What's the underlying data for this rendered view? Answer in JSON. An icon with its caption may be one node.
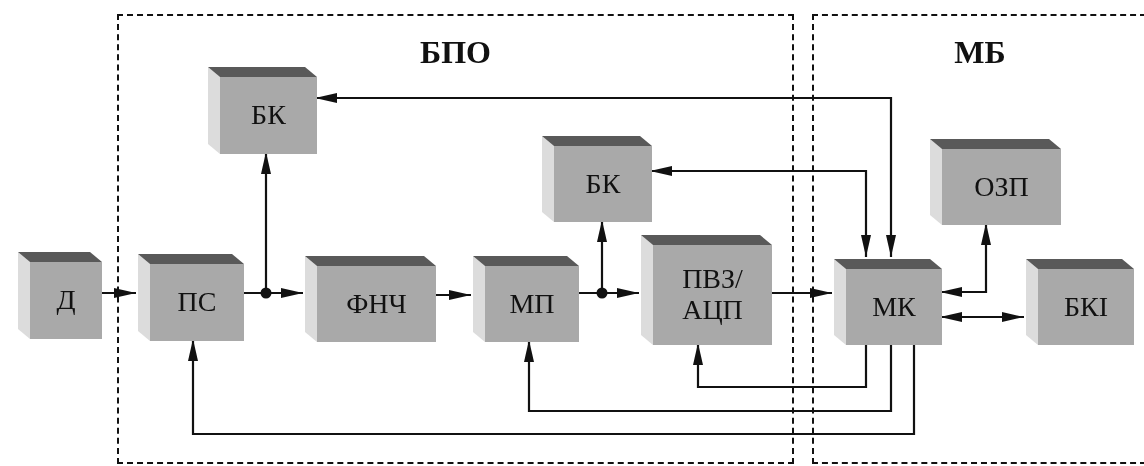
{
  "diagram": {
    "nodes": [
      {
        "text": [
          "БПО"
        ]
      },
      {
        "text": [
          "МБ"
        ]
      },
      {
        "text": [
          "БК"
        ],
        "in": 0
      },
      {
        "text": [
          "БК"
        ],
        "in": 0
      },
      {
        "text": [
          "ОЗП"
        ],
        "in": 1
      },
      {
        "text": [
          "ПВЗ/ АЦП"
        ],
        "in": 0
      },
      {
        "text": [
          "Д"
        ]
      },
      {
        "text": [
          "ПС"
        ],
        "in": 0
      },
      {
        "text": [
          "ФНЧ"
        ],
        "in": 0
      },
      {
        "text": [
          "МП"
        ],
        "in": 0
      },
      {
        "text": [
          "МК"
        ],
        "in": 1
      },
      {
        "text": [
          "БКІ"
        ],
        "in": 1
      }
    ],
    "edges": [
      {
        "from": 6,
        "to": 7,
        "arrow": "to"
      },
      {
        "from": 7,
        "to": 8,
        "arrow": "to"
      },
      {
        "from": 7,
        "to": 2,
        "arrow": "to"
      },
      {
        "from": 8,
        "to": 9,
        "arrow": "to"
      },
      {
        "from": 9,
        "to": 5,
        "arrow": "to"
      },
      {
        "from": 9,
        "to": 3,
        "arrow": "to"
      },
      {
        "from": 5,
        "to": 10,
        "arrow": "to"
      },
      {
        "from": 10,
        "to": 2,
        "arrow": "both"
      },
      {
        "from": 10,
        "to": 3,
        "arrow": "both"
      },
      {
        "from": 10,
        "to": 4,
        "arrow": "both"
      },
      {
        "from": 10,
        "to": 11,
        "arrow": "both"
      },
      {
        "from": 10,
        "to": 5,
        "arrow": "to"
      },
      {
        "from": 10,
        "to": 9,
        "arrow": "to"
      },
      {
        "from": 10,
        "to": 7,
        "arrow": "to"
      }
    ]
  }
}
